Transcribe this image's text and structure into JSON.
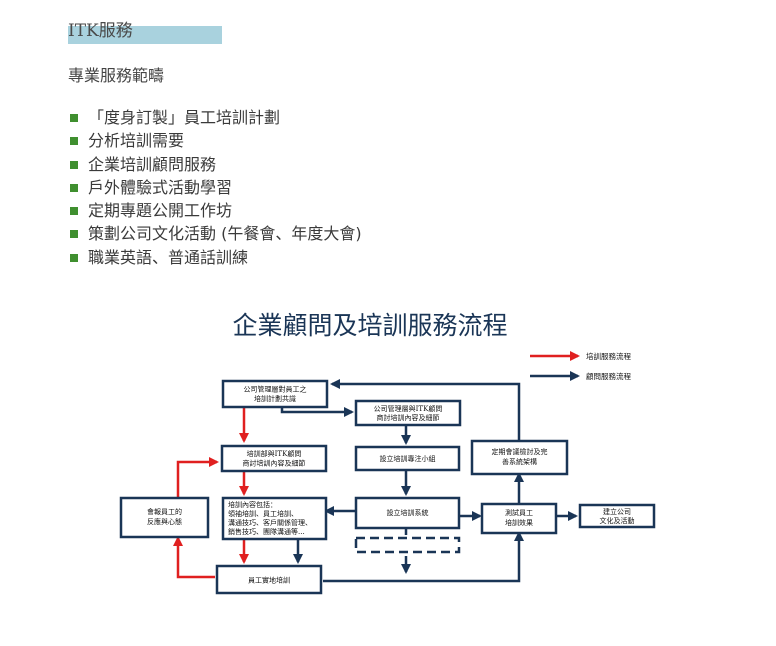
{
  "header": {
    "title": "ITK服務"
  },
  "section_heading": "專業服務範疇",
  "services": [
    "「度身訂製」員工培訓計劃",
    "分析培訓需要",
    "企業培訓顧問服務",
    "戶外體驗式活動學習",
    "定期專題公開工作坊",
    "策劃公司文化活動 (午餐會、年度大會)",
    "職業英語、普通話訓練"
  ],
  "flow": {
    "title": "企業顧問及培訓服務流程",
    "legend": {
      "training": "培訓服務流程",
      "consulting": "顧問服務流程"
    },
    "boxes": {
      "mgmt_plan": [
        "公司管理層對員工之",
        "培訓計劃共識"
      ],
      "mgmt_itk": [
        "公司管理層與ITK顧問",
        "商討培訓內容及細節"
      ],
      "training_itk": [
        "培訓部與ITK顧問",
        "商討培訓內容及細節"
      ],
      "team": [
        "設立培訓專注小組"
      ],
      "review": [
        "定期會議檢討及完",
        "善系統架構"
      ],
      "feedback": [
        "會報員工的",
        "反應與心態"
      ],
      "content": [
        "培訓內容包括：",
        "領袖培訓、員工培訓、",
        "溝通技巧、客戶關係管理、",
        "銷售技巧、團隊溝通等..."
      ],
      "system": [
        "設立培訓系統"
      ],
      "test": [
        "測試員工",
        "培訓效果"
      ],
      "culture": [
        "建立公司",
        "文化及活動"
      ],
      "dashed": [
        ""
      ],
      "onsite": [
        "員工實地培訓"
      ]
    },
    "colors": {
      "training": "#e02020",
      "consulting": "#1a3556"
    }
  }
}
